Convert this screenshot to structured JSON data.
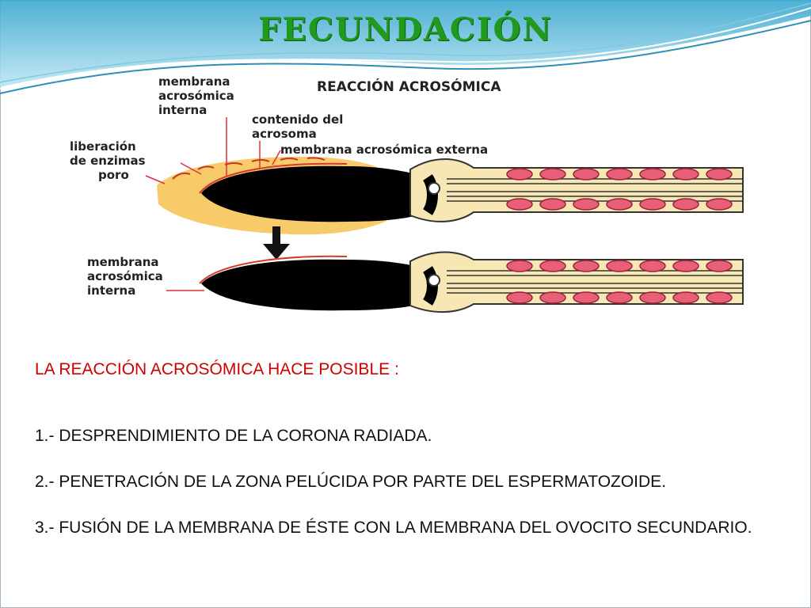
{
  "slide": {
    "title": "FECUNDACIÓN",
    "colors": {
      "title": "#1f9a1f",
      "lead_text": "#cc0000",
      "wave": "#3aa7cf"
    }
  },
  "diagram": {
    "heading": "REACCIÓN ACROSÓMICA",
    "top_labels": {
      "internal_membrane": [
        "membrana",
        "acrosómica",
        "interna"
      ],
      "content": [
        "contenido del",
        "acrosoma"
      ],
      "external_membrane": "membrana acrosómica externa",
      "enzymes": [
        "liberación",
        "de enzimas"
      ],
      "pore": "poro"
    },
    "bottom_labels": {
      "internal_membrane": [
        "membrana",
        "acrosómica",
        "interna"
      ]
    }
  },
  "text": {
    "lead": "LA  REACCIÓN ACROSÓMICA HACE POSIBLE :",
    "items": [
      "1.- DESPRENDIMIENTO DE LA CORONA RADIADA.",
      "2.- PENETRACIÓN DE LA ZONA PELÚCIDA POR PARTE DEL ESPERMATOZOIDE.",
      "3.- FUSIÓN DE LA MEMBRANA DE ÉSTE CON LA MEMBRANA DEL OVOCITO SECUNDARIO."
    ]
  }
}
